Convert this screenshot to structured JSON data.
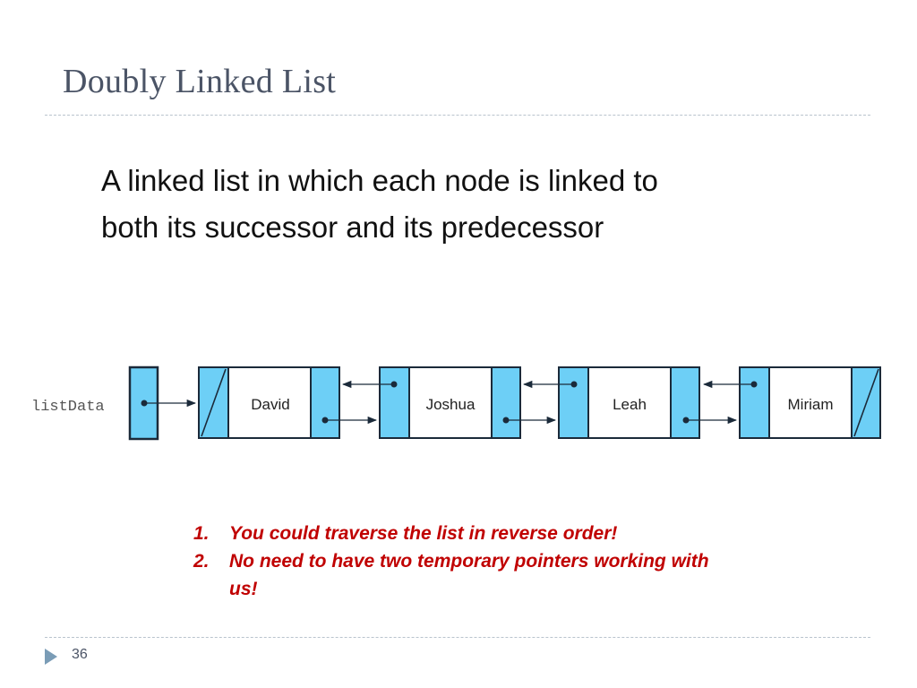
{
  "title": "Doubly Linked List",
  "definition": {
    "line1": "A linked list in which each node is linked to",
    "line2": "both its successor and its predecessor"
  },
  "diagram": {
    "head_label": "listData",
    "nodes": [
      "David",
      "Joshua",
      "Leah",
      "Miriam"
    ],
    "colors": {
      "pointer_fill": "#6dcff6",
      "outline": "#1b2a3a"
    }
  },
  "notes": [
    {
      "number": "1.",
      "text": "You could traverse the list in reverse order!"
    },
    {
      "number": "2.",
      "text": "No need to have two temporary pointers working with us!"
    }
  ],
  "page_number": "36",
  "colors": {
    "title": "#4b5466",
    "notes": "#c00000"
  }
}
